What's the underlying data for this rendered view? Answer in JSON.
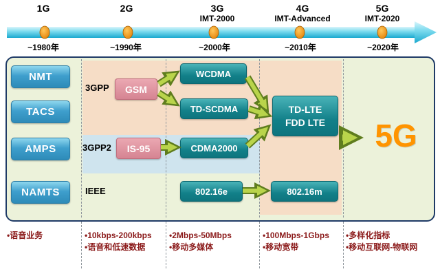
{
  "timeline": {
    "items": [
      {
        "gen": "1G",
        "imt": "",
        "year": "~1980年"
      },
      {
        "gen": "2G",
        "imt": "",
        "year": "~1990年"
      },
      {
        "gen": "3G",
        "imt": "IMT-2000",
        "year": "~2000年"
      },
      {
        "gen": "4G",
        "imt": "IMT-Advanced",
        "year": "~2010年"
      },
      {
        "gen": "5G",
        "imt": "IMT-2020",
        "year": "~2020年"
      }
    ]
  },
  "panel": {
    "gen1_boxes": [
      "NMT",
      "TACS",
      "AMPS",
      "NAMTS"
    ],
    "group_labels": {
      "gpp": "3GPP",
      "gpp2": "3GPP2",
      "ieee": "IEEE"
    },
    "gen2": {
      "gsm": "GSM",
      "is95": "IS-95"
    },
    "gen3": {
      "wcdma": "WCDMA",
      "td_scdma": "TD-SCDMA",
      "cdma2000": "CDMA2000",
      "wimax": "802.16e"
    },
    "gen4": {
      "lte_line1": "TD-LTE",
      "lte_line2": "FDD LTE",
      "wimax2": "802.16m"
    },
    "gen5": {
      "label": "5G"
    }
  },
  "footnotes": [
    {
      "line1": "•语音业务",
      "line2": ""
    },
    {
      "line1": "•10kbps-200kbps",
      "line2": "•语音和低速数据"
    },
    {
      "line1": "•2Mbps-50Mbps",
      "line2": "•移动多媒体"
    },
    {
      "line1": "•100Mbps-1Gbps",
      "line2": "•移动宽带"
    },
    {
      "line1": "•多样化指标",
      "line2": "•移动互联网-物联网"
    }
  ],
  "colors": {
    "timeline_arrow": "#1aa9cf",
    "timeline_marker": "#e07b00",
    "panel_bg": "#ecf2da",
    "panel_border": "#1e3a66",
    "peach_region": "#f6ddc6",
    "blue_region": "#cfe4ee",
    "gen1_box_blue": "#3f9fcd",
    "pink_box": "#d58492",
    "teal_box": "#128089",
    "arrow_green_light": "#b9d44b",
    "arrow_green_dark": "#5f7d1e",
    "g5_orange": "#ff9400",
    "footnote_red": "#8b1a1a"
  }
}
